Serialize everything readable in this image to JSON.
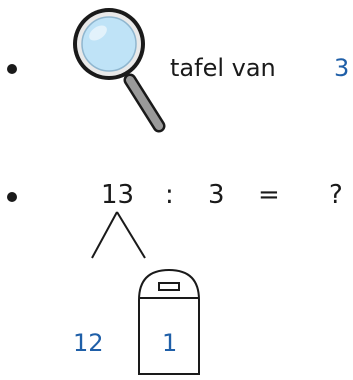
{
  "line1": {
    "label": "tafel van",
    "number": "3"
  },
  "line2": {
    "dividend": "13",
    "op_divide": ":",
    "divisor": "3",
    "op_equals": "=",
    "result": "?"
  },
  "split": {
    "left_part": "12",
    "bin_part": "1"
  },
  "colors": {
    "text": "#1a1a1a",
    "accent_blue": "#1f5fa8",
    "lens_fill": "#bfe3f7",
    "handle_fill": "#9a9a9a"
  },
  "icons": [
    "magnifier-icon",
    "trash-bin-icon"
  ]
}
